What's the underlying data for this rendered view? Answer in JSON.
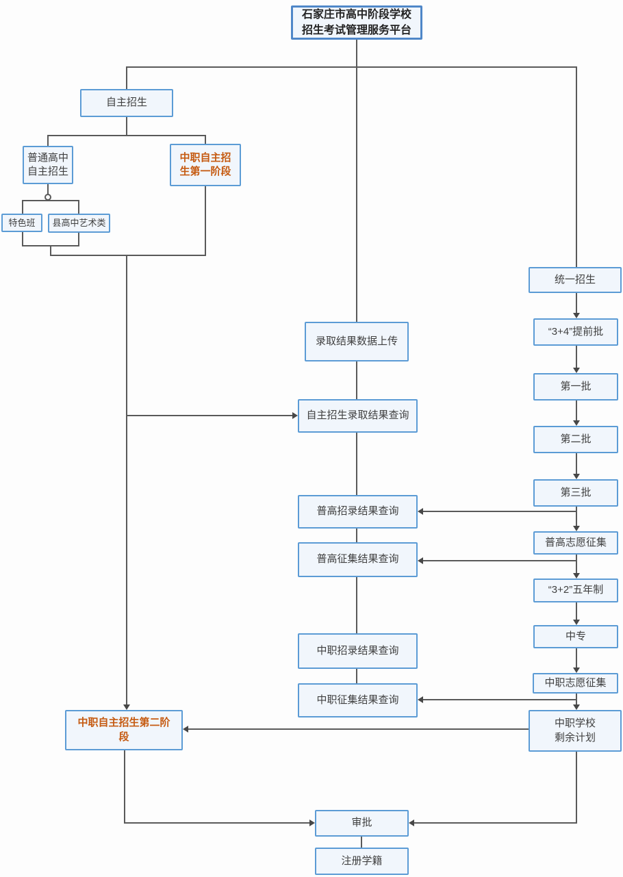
{
  "diagram": {
    "colors": {
      "box_border": "#5b9bd5",
      "box_fill": "#f1f6fc",
      "text": "#404040",
      "accent_text": "#c55a11",
      "connector": "#595959"
    },
    "nodes": {
      "root": {
        "label": [
          "石家庄市高中阶段学校",
          "招生考试管理服务平台"
        ]
      },
      "zizhu": {
        "label": "自主招生"
      },
      "putong_gaozhong": {
        "label": [
          "普通高中",
          "自主招生"
        ]
      },
      "zhongzhi_stage1": {
        "label": [
          "中职自主招",
          "生第一阶段"
        ]
      },
      "tese_ban": {
        "label": "特色班"
      },
      "xian_arts": {
        "label": "县高中艺术类"
      },
      "luqu_upload": {
        "label": "录取结果数据上传"
      },
      "zizhu_query": {
        "label": "自主招生录取结果查询"
      },
      "pugao_zhaolu_query": {
        "label": "普高招录结果查询"
      },
      "pugao_zhengji_query": {
        "label": "普高征集结果查询"
      },
      "zhongzhi_zhaolu_query": {
        "label": "中职招录结果查询"
      },
      "zhongzhi_zhengji_query": {
        "label": "中职征集结果查询"
      },
      "tongyi": {
        "label": "统一招生"
      },
      "tiqianpi": {
        "label": "“3+4”提前批"
      },
      "batch1": {
        "label": "第一批"
      },
      "batch2": {
        "label": "第二批"
      },
      "batch3": {
        "label": "第三批"
      },
      "pugao_zhiyuan": {
        "label": "普高志愿征集"
      },
      "wunianzhi": {
        "label": "“3+2”五年制"
      },
      "zhongzhuan": {
        "label": "中专"
      },
      "zhongzhi_zhiyuan": {
        "label": "中职志愿征集"
      },
      "shengyu_jihua": {
        "label": [
          "中职学校",
          "剩余计划"
        ]
      },
      "zhongzhi_stage2": {
        "label": [
          "中职自主招生第二阶",
          "段"
        ]
      },
      "shenpi": {
        "label": "审批"
      },
      "zhuce_xueji": {
        "label": "注册学籍"
      }
    }
  }
}
